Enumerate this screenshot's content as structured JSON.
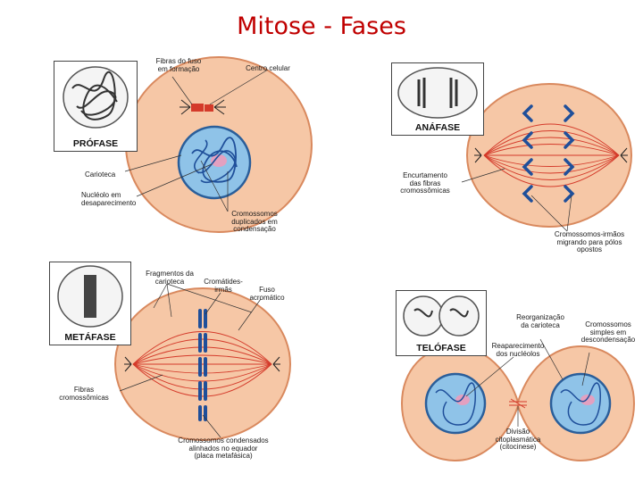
{
  "title": "Mitose - Fases",
  "phases": {
    "profase": {
      "name": "PRÓFASE",
      "labels": {
        "fibras": [
          "Fibras do fuso",
          "em formação"
        ],
        "centro": [
          "Centro celular"
        ],
        "carioteca": [
          "Carioteca"
        ],
        "nucleolo": [
          "Nucléolo em",
          "desaparecimento"
        ],
        "cromossomos": [
          "Cromossomos",
          "duplicados em",
          "condensação"
        ]
      }
    },
    "anafase": {
      "name": "ANÁFASE",
      "labels": {
        "encurtamento": [
          "Encurtamento",
          "das fibras",
          "cromossômicas"
        ],
        "irmaos": [
          "Cromossomos-irmãos",
          "migrando para pólos",
          "opostos"
        ]
      }
    },
    "metafase": {
      "name": "METÁFASE",
      "labels": {
        "fragmentos": [
          "Fragmentos da",
          "carioteca"
        ],
        "cromatides": [
          "Cromátides-",
          "irmãs"
        ],
        "fuso": [
          "Fuso",
          "acromático"
        ],
        "fibras": [
          "Fibras",
          "cromossômicas"
        ],
        "condensados": [
          "Cromossomos condensados",
          "alinhados no equador",
          "(placa metafásica)"
        ]
      }
    },
    "telofase": {
      "name": "TELÓFASE",
      "labels": {
        "reorganizacao": [
          "Reorganização",
          "da carioteca"
        ],
        "simples": [
          "Cromossomos",
          "simples em",
          "descondensação"
        ],
        "reaparecimento": [
          "Reaparecimento",
          "dos nucléolos"
        ],
        "divisao": [
          "Divisão",
          "citoplasmática",
          "(citocinese)"
        ]
      }
    }
  },
  "colors": {
    "title": "#c00000",
    "cytoplasm": "#f6c7a6",
    "cytoplasm_edge": "#d9895e",
    "nucleus": "#8fc3e8",
    "chromosome": "#1f4f9a",
    "fibers": "#d43a2a"
  }
}
